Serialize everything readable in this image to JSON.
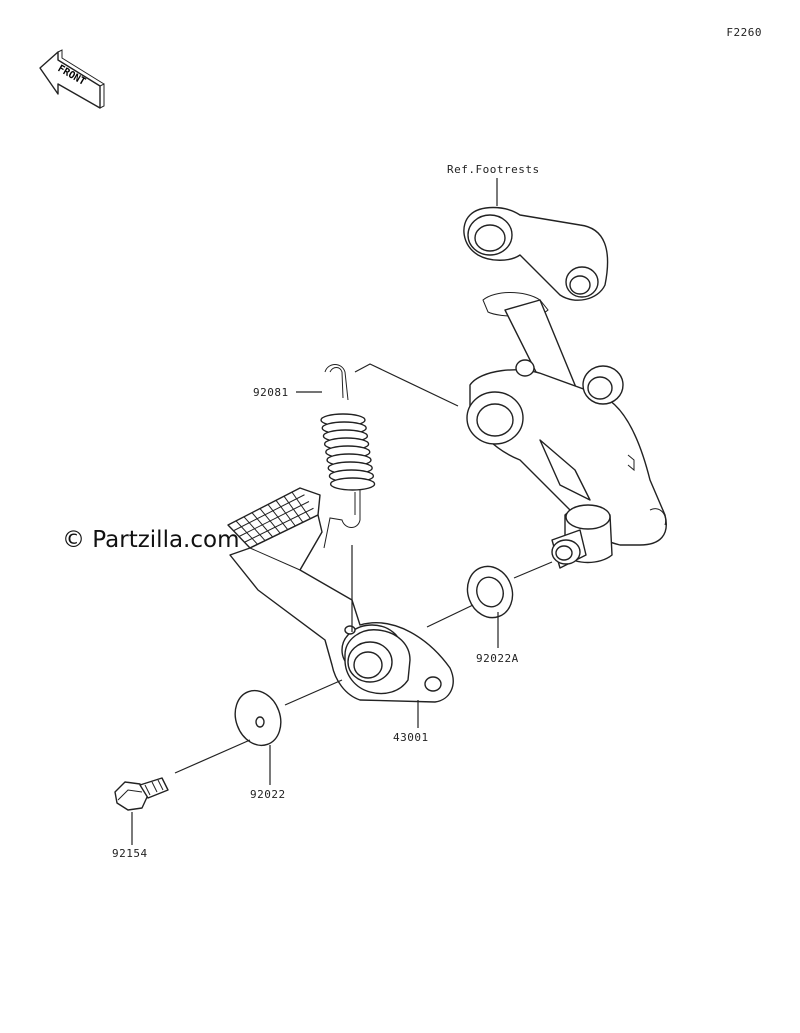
{
  "figure_code": "F2260",
  "watermark": "© Partzilla.com",
  "front_badge": "FRONT",
  "labels": {
    "ref_footrests": "Ref.Footrests",
    "spring": "92081",
    "washer_a": "92022A",
    "pedal": "43001",
    "washer": "92022",
    "bolt": "92154"
  }
}
